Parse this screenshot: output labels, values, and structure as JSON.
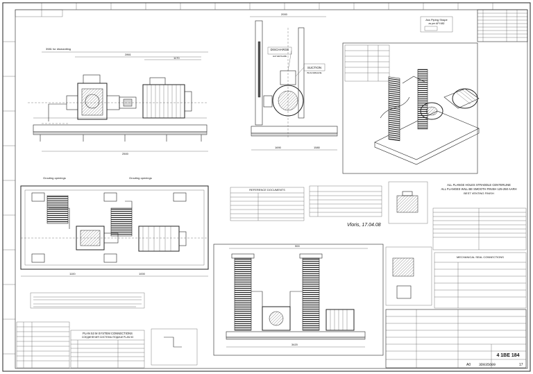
{
  "drawing": {
    "scale_note": "Ass Piping Shape",
    "scale_note2": "as per API 682",
    "suction_label": "SUCTION",
    "suction_sub": "ВСАСЫВАНИЕ",
    "discharge_label": "DISCHARGE",
    "discharge_sub": "НАГНЕТАНИЕ",
    "space_note": "3981 for dismantling",
    "grouting_left": "Grouting openings",
    "grouting_right": "Grouting openings",
    "flanges_note": "ALL FLANGE HOLES STRADDLE CENTERLINE",
    "flanges_note2": "ALL FLANGES WILL BE SMOOTH FINISH 125-250 AARH",
    "flanges_note3": "BEST VENTING FINISH",
    "plan_title": "PLAN 53 M SYSTEM CONNECTIONS",
    "plan_title_ru": "СОЕДИНЕНИЯ СИСТЕМЫ ПОДАЧИ PLAN 53",
    "mech_seal": "MECHANICAL SEAL CONNECTIONS",
    "ref_docs": "REFERENCE DOCUMENTS",
    "signature": "Vloris, 17.04.08",
    "doc_number": "4 1BE 184",
    "sheet_id": "A0",
    "doc_code": "3D035609",
    "rev": "17",
    "top_center_dim": "2000",
    "dim_2861": "2861",
    "dim_1170": "1170",
    "dim_2500": "2500",
    "dim_1690": "1690",
    "dim_1580": "1580",
    "dim_1000": "1000",
    "dim_1100": "1100",
    "dim_3420": "3420",
    "dim_900": "900"
  }
}
